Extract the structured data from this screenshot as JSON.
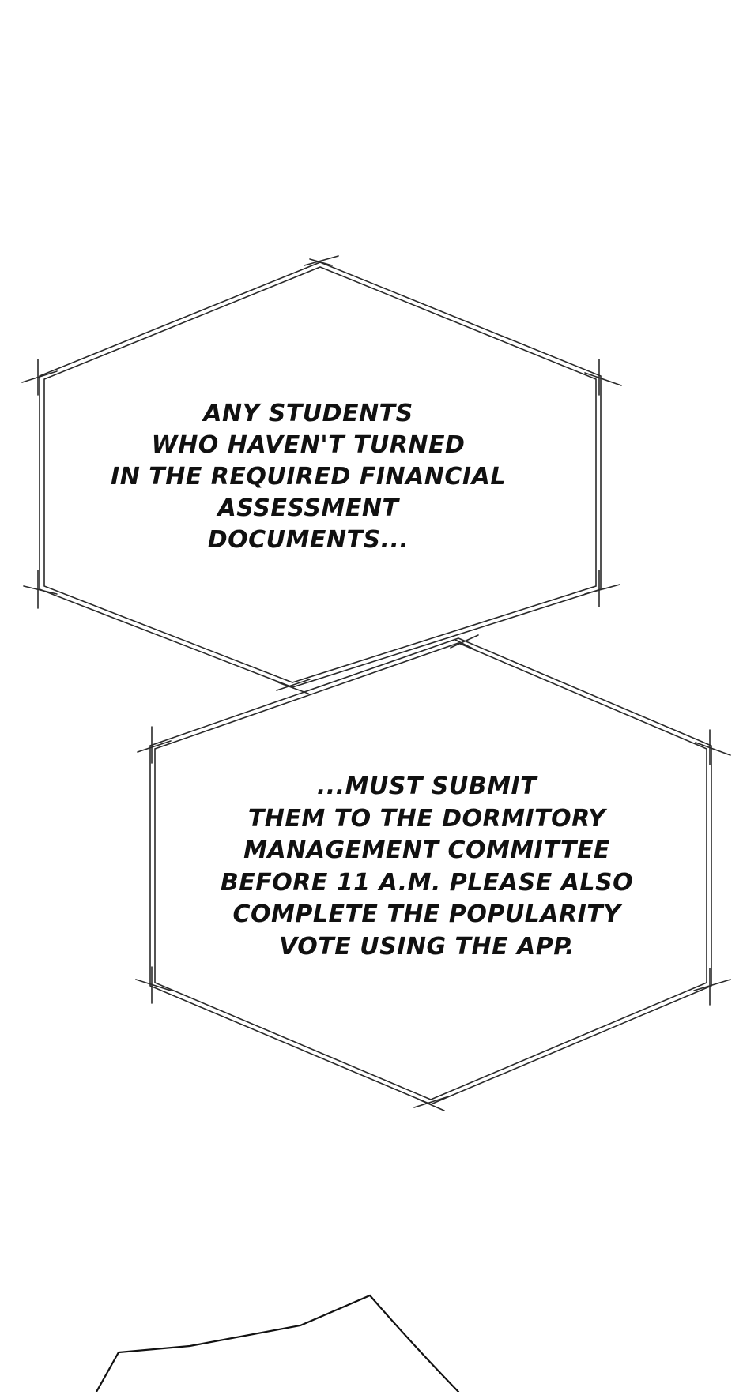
{
  "panel": {
    "bubble_1": {
      "lines": [
        "ANY STUDENTS",
        "WHO HAVEN'T TURNED",
        "IN THE REQUIRED FINANCIAL",
        "ASSESSMENT",
        "DOCUMENTS..."
      ]
    },
    "bubble_2": {
      "lines": [
        "...MUST SUBMIT",
        "THEM TO THE DORMITORY",
        "MANAGEMENT COMMITTEE",
        "BEFORE 11 A.M. PLEASE ALSO",
        "COMPLETE THE POPULARITY",
        "VOTE USING THE APP."
      ]
    },
    "colors": {
      "background": "#ffffff",
      "ink": "#111111"
    }
  }
}
